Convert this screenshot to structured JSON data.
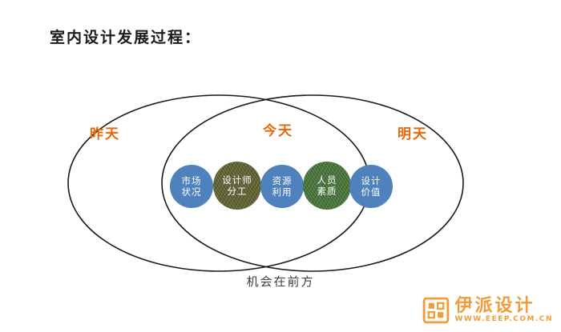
{
  "page": {
    "title": "室内设计发展过程："
  },
  "venn": {
    "label_yesterday": "昨天",
    "label_today": "今天",
    "label_tomorrow": "明天",
    "accent_color": "#E8690B",
    "ellipse_stroke_color": "#1a1a1a",
    "circles": [
      {
        "name": "market-situation",
        "lines": [
          "市场",
          "状况"
        ],
        "color": "#4F81BD"
      },
      {
        "name": "designer-division",
        "lines": [
          "设计师",
          "分工"
        ],
        "color": "#686A38"
      },
      {
        "name": "resource-usage",
        "lines": [
          "资源",
          "利用"
        ],
        "color": "#4F81BD"
      },
      {
        "name": "personnel-quality",
        "lines": [
          "人员",
          "素质"
        ],
        "color": "#4E7D3F"
      },
      {
        "name": "design-value",
        "lines": [
          "设计",
          "价值"
        ],
        "color": "#4F81BD"
      }
    ],
    "caption": "机会在前方"
  },
  "watermark": {
    "brand": "伊派设计",
    "url": "WWW.EEEP.COM.CN",
    "color": "#F08E1E"
  }
}
